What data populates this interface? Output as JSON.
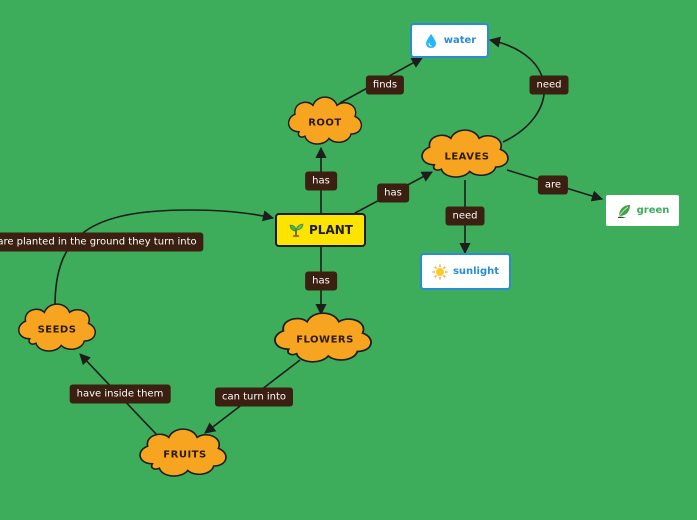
{
  "central": {
    "label": "PLANT",
    "icon": "seedling-icon"
  },
  "clouds": {
    "root": "ROOT",
    "leaves": "LEAVES",
    "flowers": "FLOWERS",
    "seeds": "SEEDS",
    "fruits": "FRUITS"
  },
  "cards": {
    "water": {
      "label": "water",
      "icon": "water-drop-icon"
    },
    "sunlight": {
      "label": "sunlight",
      "icon": "sun-icon"
    },
    "green": {
      "label": "green",
      "icon": "leaf-icon"
    }
  },
  "links": {
    "plant_root": "has",
    "plant_leaves": "has",
    "plant_flowers": "has",
    "root_water": "finds",
    "leaves_water": "need",
    "leaves_sunlight": "need",
    "leaves_green": "are",
    "flowers_fruits": "can turn into",
    "fruits_seeds": "have inside them",
    "seeds_plant": "are planted in the ground they turn into"
  },
  "colors": {
    "background": "#3dad5b",
    "cloud_fill": "#f7a520",
    "central_fill": "#fce300",
    "card_border": "#2a8bd6",
    "green_card_border": "#3dad5b",
    "link_label_bg": "#3b1f10"
  }
}
